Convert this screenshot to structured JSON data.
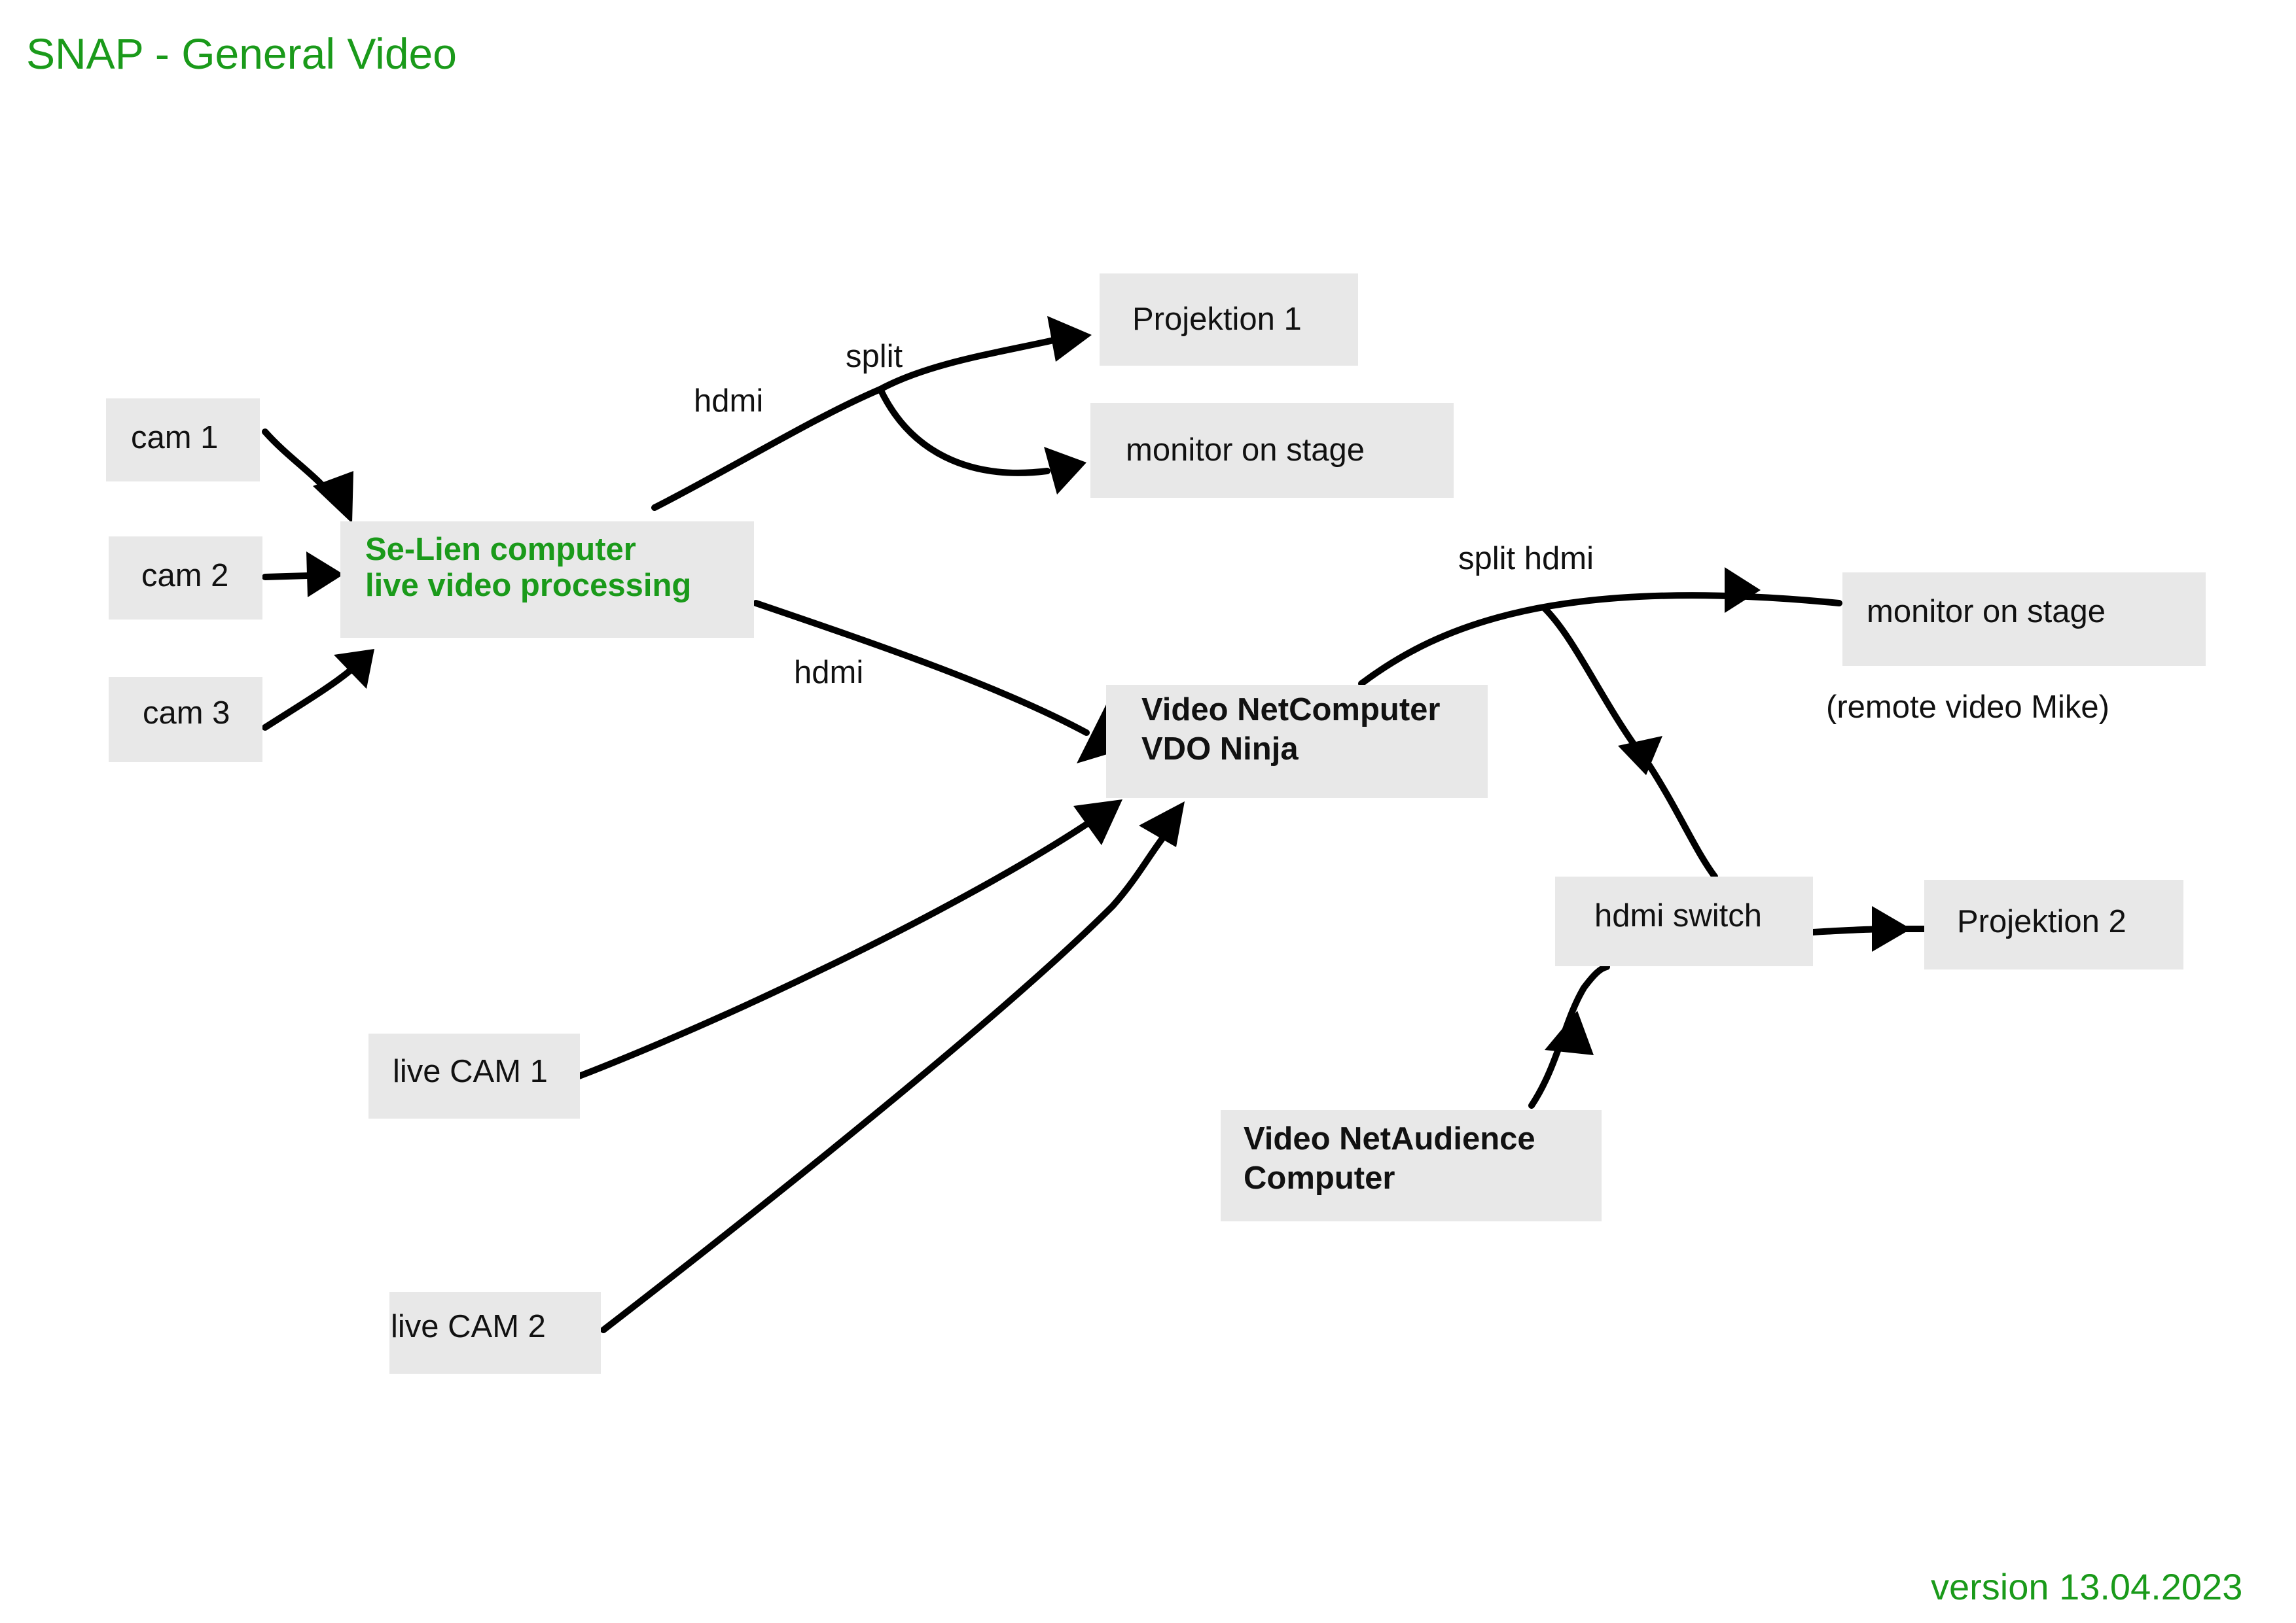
{
  "title": "SNAP - General Video",
  "version": "version 13.04.2023",
  "nodes": {
    "cam1": "cam 1",
    "cam2": "cam 2",
    "cam3": "cam 3",
    "selien": [
      "Se-Lien computer",
      "live video processing"
    ],
    "projektion1": "Projektion 1",
    "monitor1": "monitor on stage",
    "netcomputer": [
      "Video NetComputer",
      "VDO Ninja"
    ],
    "monitor2": "monitor on stage",
    "livecam1": "live CAM 1",
    "livecam2": "live CAM 2",
    "hdmiswitch": "hdmi switch",
    "projektion2": "Projektion 2",
    "netaudience": [
      "Video NetAudience",
      "Computer"
    ]
  },
  "labels": {
    "hdmi_top": "hdmi",
    "split": "split",
    "hdmi_mid": "hdmi",
    "split_hdmi": "split hdmi",
    "remote": "(remote video Mike)"
  },
  "colors": {
    "accent_green": "#1a9a1a",
    "box_fill": "#e8e8e8",
    "line": "#000000"
  }
}
